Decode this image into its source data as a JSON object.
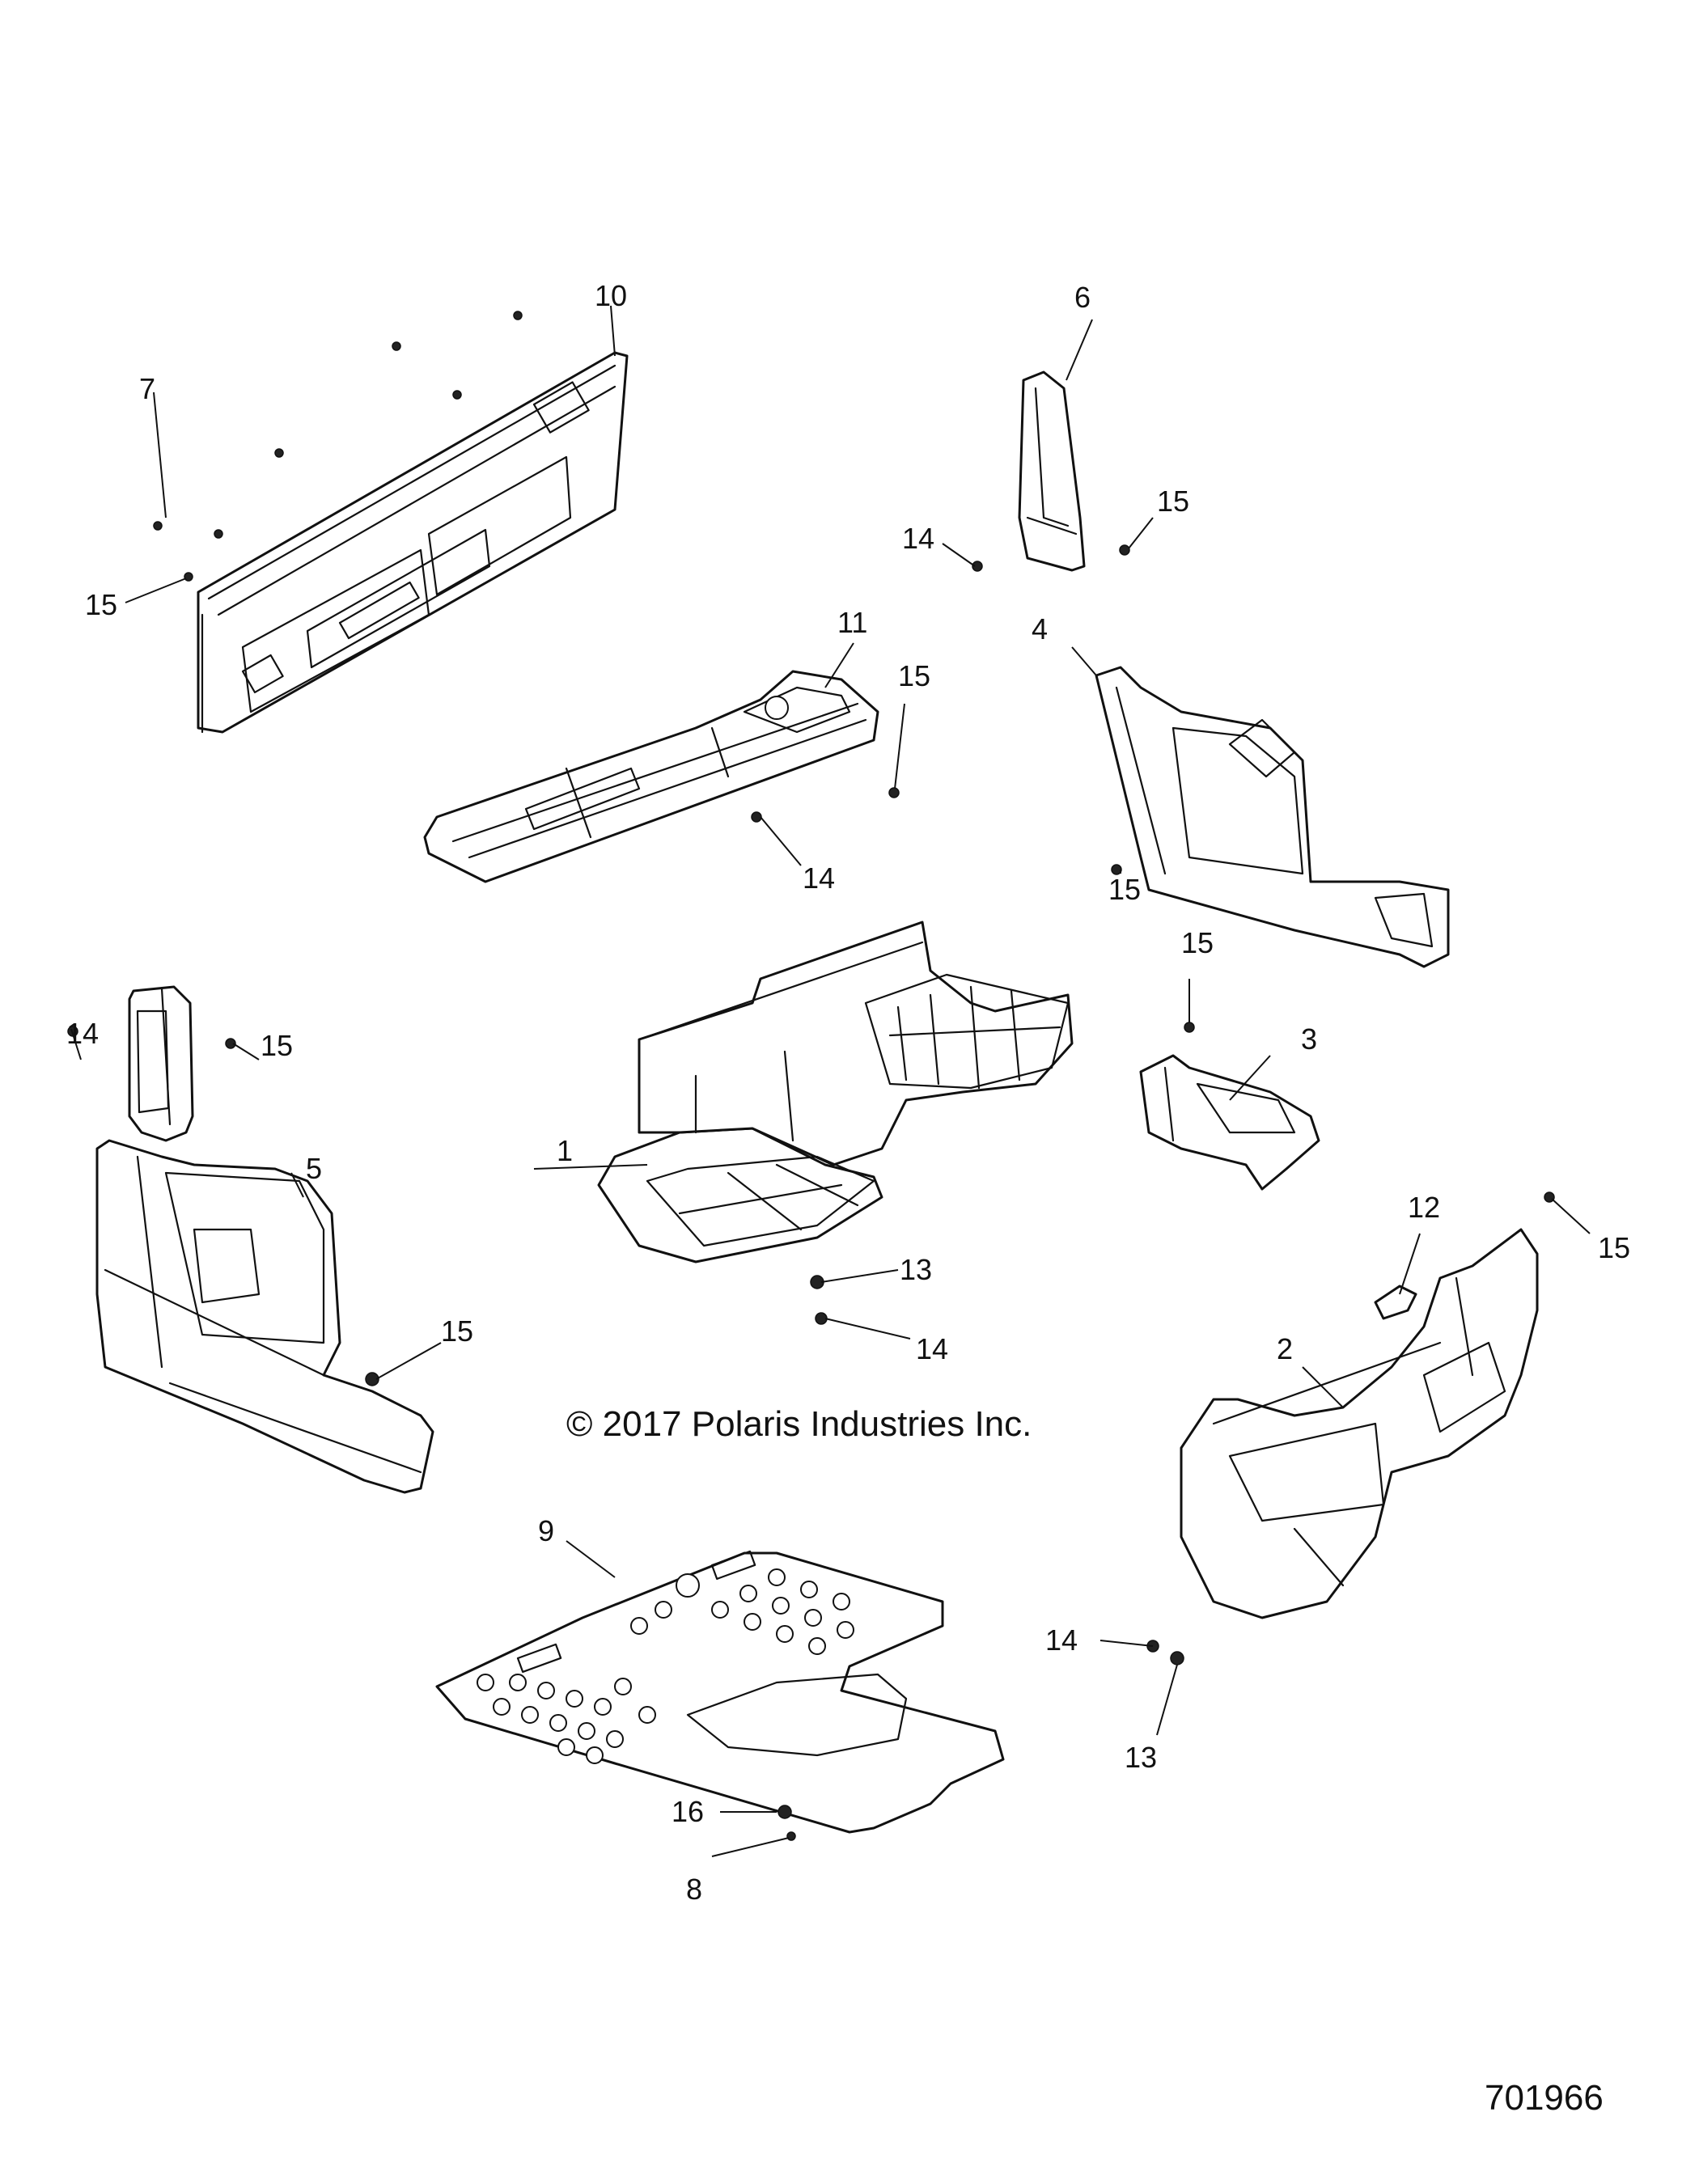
{
  "callouts": {
    "c1": "1",
    "c2": "2",
    "c3": "3",
    "c4": "4",
    "c5": "5",
    "c6": "6",
    "c7": "7",
    "c8": "8",
    "c9": "9",
    "c10": "10",
    "c11": "11",
    "c12": "12",
    "c13a": "13",
    "c13b": "13",
    "c14a": "14",
    "c14b": "14",
    "c14c": "14",
    "c14d": "14",
    "c14e": "14",
    "c15a": "15",
    "c15b": "15",
    "c15c": "15",
    "c15d": "15",
    "c15e": "15",
    "c15f": "15",
    "c15g": "15",
    "c15h": "15",
    "c16": "16"
  },
  "copyright": "© 2017 Polaris Industries Inc.",
  "document_number": "701966"
}
